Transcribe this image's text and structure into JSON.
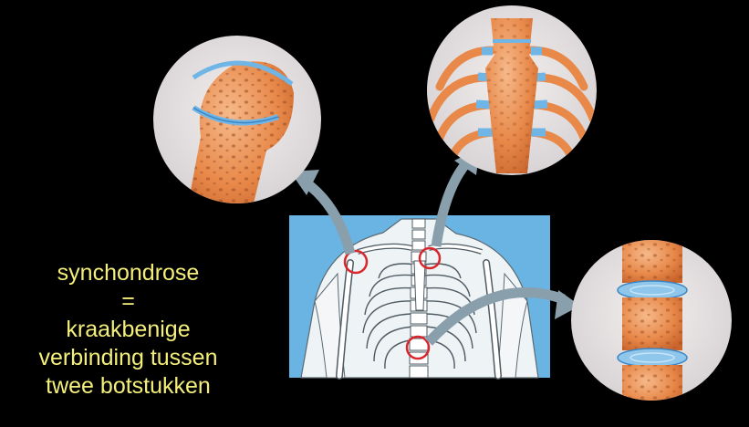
{
  "caption": {
    "line1": "synchondrose",
    "line2": "=",
    "line3": "kraakbenige",
    "line4": "verbinding tussen",
    "line5": "twee botstukken"
  },
  "colors": {
    "background": "#000000",
    "caption_text": "#f4ef7a",
    "panel_blue": "#69b4e2",
    "bone_orange": "#e8894a",
    "cartilage_blue": "#6fb6e6",
    "marker_red": "#d8262c",
    "arrow_grey": "#8a9fac"
  },
  "icons": {
    "arrow_to_head": "curved-arrow-icon",
    "arrow_to_rib": "curved-arrow-icon",
    "arrow_to_spine": "curved-arrow-icon"
  }
}
